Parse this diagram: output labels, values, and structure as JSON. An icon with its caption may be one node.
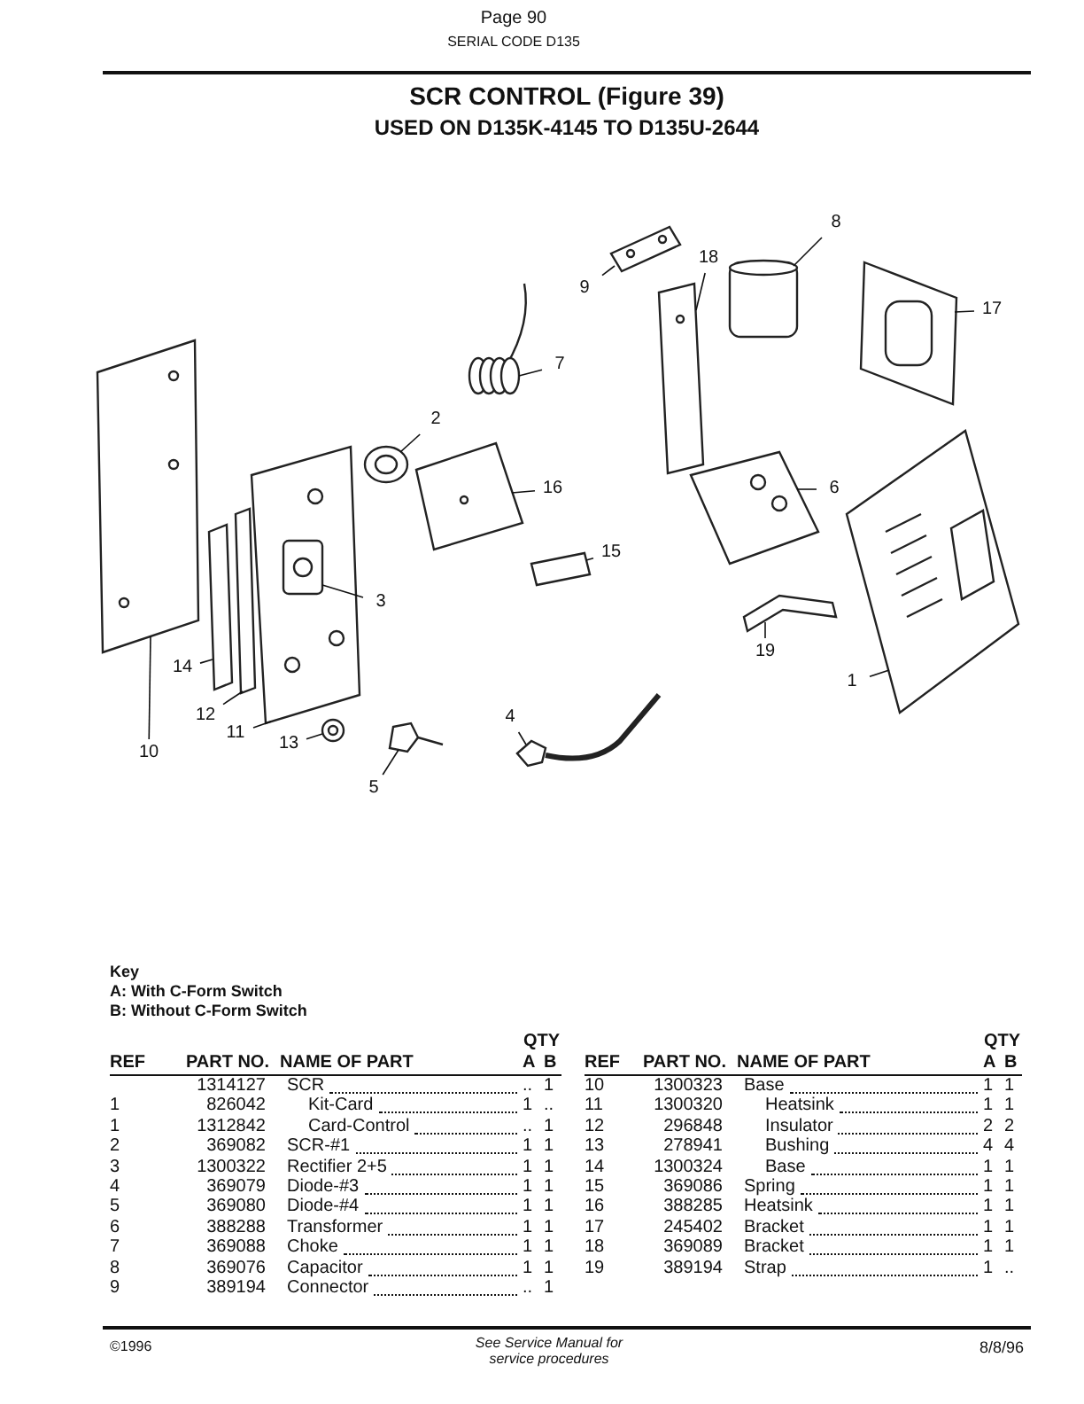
{
  "diagram": {
    "title": "SCR CONTROL (Figure 39)",
    "nodes": [
      {
        "text": [
          "1"
        ]
      },
      {
        "text": [
          "2"
        ]
      },
      {
        "text": [
          "3"
        ]
      },
      {
        "text": [
          "4"
        ]
      },
      {
        "text": [
          "5"
        ]
      },
      {
        "text": [
          "6"
        ]
      },
      {
        "text": [
          "7"
        ]
      },
      {
        "text": [
          "8"
        ]
      },
      {
        "text": [
          "9"
        ]
      },
      {
        "text": [
          "10"
        ]
      },
      {
        "text": [
          "11"
        ]
      },
      {
        "text": [
          "12"
        ]
      },
      {
        "text": [
          "13"
        ]
      },
      {
        "text": [
          "14"
        ]
      },
      {
        "text": [
          "15"
        ]
      },
      {
        "text": [
          "16"
        ]
      },
      {
        "text": [
          "17"
        ]
      },
      {
        "text": [
          "18"
        ]
      },
      {
        "text": [
          "19"
        ]
      },
      {
        "text": [],
        "shape": "picture"
      },
      {
        "text": [],
        "shape": "picture"
      },
      {
        "text": [],
        "shape": "picture",
        "in": 29
      },
      {
        "text": [],
        "shape": "picture"
      },
      {
        "text": [],
        "shape": "picture"
      },
      {
        "text": [],
        "shape": "picture"
      },
      {
        "text": [],
        "shape": "picture"
      },
      {
        "text": [],
        "shape": "picture"
      },
      {
        "text": [],
        "shape": "picture"
      },
      {
        "text": [],
        "shape": "picture"
      },
      {
        "text": [],
        "shape": "picture"
      },
      {
        "text": [],
        "shape": "picture"
      },
      {
        "text": [],
        "shape": "picture"
      },
      {
        "text": [],
        "shape": "picture"
      },
      {
        "text": [],
        "shape": "picture"
      },
      {
        "text": [],
        "shape": "picture"
      },
      {
        "text": [],
        "shape": "picture"
      },
      {
        "text": [],
        "shape": "picture"
      },
      {
        "text": [],
        "shape": "picture"
      }
    ],
    "edges": [
      {
        "from": 0,
        "to": 19,
        "arrow": "none"
      },
      {
        "from": 1,
        "to": 20,
        "arrow": "none"
      },
      {
        "from": 2,
        "to": 21,
        "arrow": "none"
      },
      {
        "from": 3,
        "to": 22,
        "arrow": "none"
      },
      {
        "from": 4,
        "to": 23,
        "arrow": "none"
      },
      {
        "from": 5,
        "to": 24,
        "arrow": "none"
      },
      {
        "from": 6,
        "to": 25,
        "arrow": "none"
      },
      {
        "from": 7,
        "to": 26,
        "arrow": "none"
      },
      {
        "from": 8,
        "to": 27,
        "arrow": "none"
      },
      {
        "from": 9,
        "to": 28,
        "arrow": "none"
      },
      {
        "from": 10,
        "to": 29,
        "arrow": "none"
      },
      {
        "from": 11,
        "to": 30,
        "arrow": "none"
      },
      {
        "from": 12,
        "to": 31,
        "arrow": "none"
      },
      {
        "from": 13,
        "to": 32,
        "arrow": "none"
      },
      {
        "from": 14,
        "to": 33,
        "arrow": "none"
      },
      {
        "from": 15,
        "to": 34,
        "arrow": "none"
      },
      {
        "from": 16,
        "to": 35,
        "arrow": "none"
      },
      {
        "from": 17,
        "to": 36,
        "arrow": "none"
      },
      {
        "from": 18,
        "to": 37,
        "arrow": "none"
      }
    ],
    "labels": [
      "Page 90",
      "SERIAL CODE D135",
      "USED ON D135K-4145 TO D135U-2644",
      "Key",
      "A: With C-Form Switch",
      "B: Without C-Form Switch",
      "QTY",
      "REF",
      "PART NO.",
      "NAME OF PART",
      "A",
      "B",
      "1314127",
      "SCR",
      "..",
      "1",
      "1",
      "826042",
      "Kit-Card",
      "1",
      "..",
      "1",
      "1312842",
      "Card-Control",
      "..",
      "1",
      "2",
      "369082",
      "SCR-#1",
      "1",
      "1",
      "3",
      "1300322",
      "Rectifier 2+5",
      "1",
      "1",
      "4",
      "369079",
      "Diode-#3",
      "1",
      "1",
      "5",
      "369080",
      "Diode-#4",
      "1",
      "1",
      "6",
      "388288",
      "Transformer",
      "1",
      "1",
      "7",
      "369088",
      "Choke",
      "1",
      "1",
      "8",
      "369076",
      "Capacitor",
      "1",
      "1",
      "9",
      "389194",
      "Connector",
      "..",
      "1",
      "QTY",
      "REF",
      "PART NO.",
      "NAME OF PART",
      "A",
      "B",
      "10",
      "1300323",
      "Base",
      "1",
      "1",
      "11",
      "1300320",
      "Heatsink",
      "1",
      "1",
      "12",
      "296848",
      "Insulator",
      "2",
      "2",
      "13",
      "278941",
      "Bushing",
      "4",
      "4",
      "14",
      "1300324",
      "Base",
      "1",
      "1",
      "15",
      "369086",
      "Spring",
      "1",
      "1",
      "16",
      "388285",
      "Heatsink",
      "1",
      "1",
      "17",
      "245402",
      "Bracket",
      "1",
      "1",
      "18",
      "369089",
      "Bracket",
      "1",
      "1",
      "19",
      "389194",
      "Strap",
      "1",
      "..",
      "©1996",
      "See Service Manual for service procedures",
      "8/8/96"
    ]
  }
}
